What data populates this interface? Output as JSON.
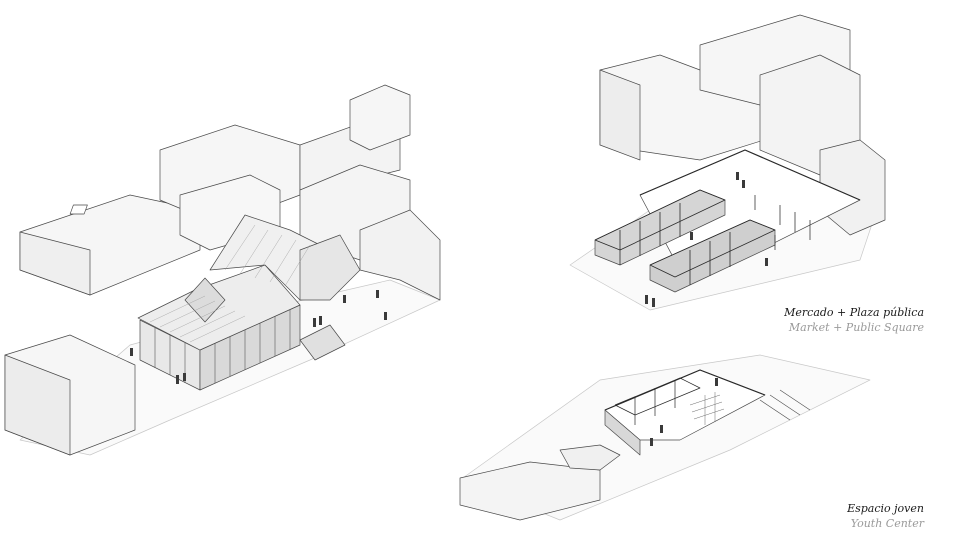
{
  "captions": {
    "market": {
      "title": "Mercado + Plaza pública",
      "subtitle": "Market + Public Square"
    },
    "youth": {
      "title": "Espacio joven",
      "subtitle": "Youth Center"
    }
  },
  "colors": {
    "line": "#3a3a3a",
    "context": "#f4f4f4",
    "ground": "#fafafa",
    "dark": "#2a2a2a",
    "mid": "#8a8a8a"
  }
}
